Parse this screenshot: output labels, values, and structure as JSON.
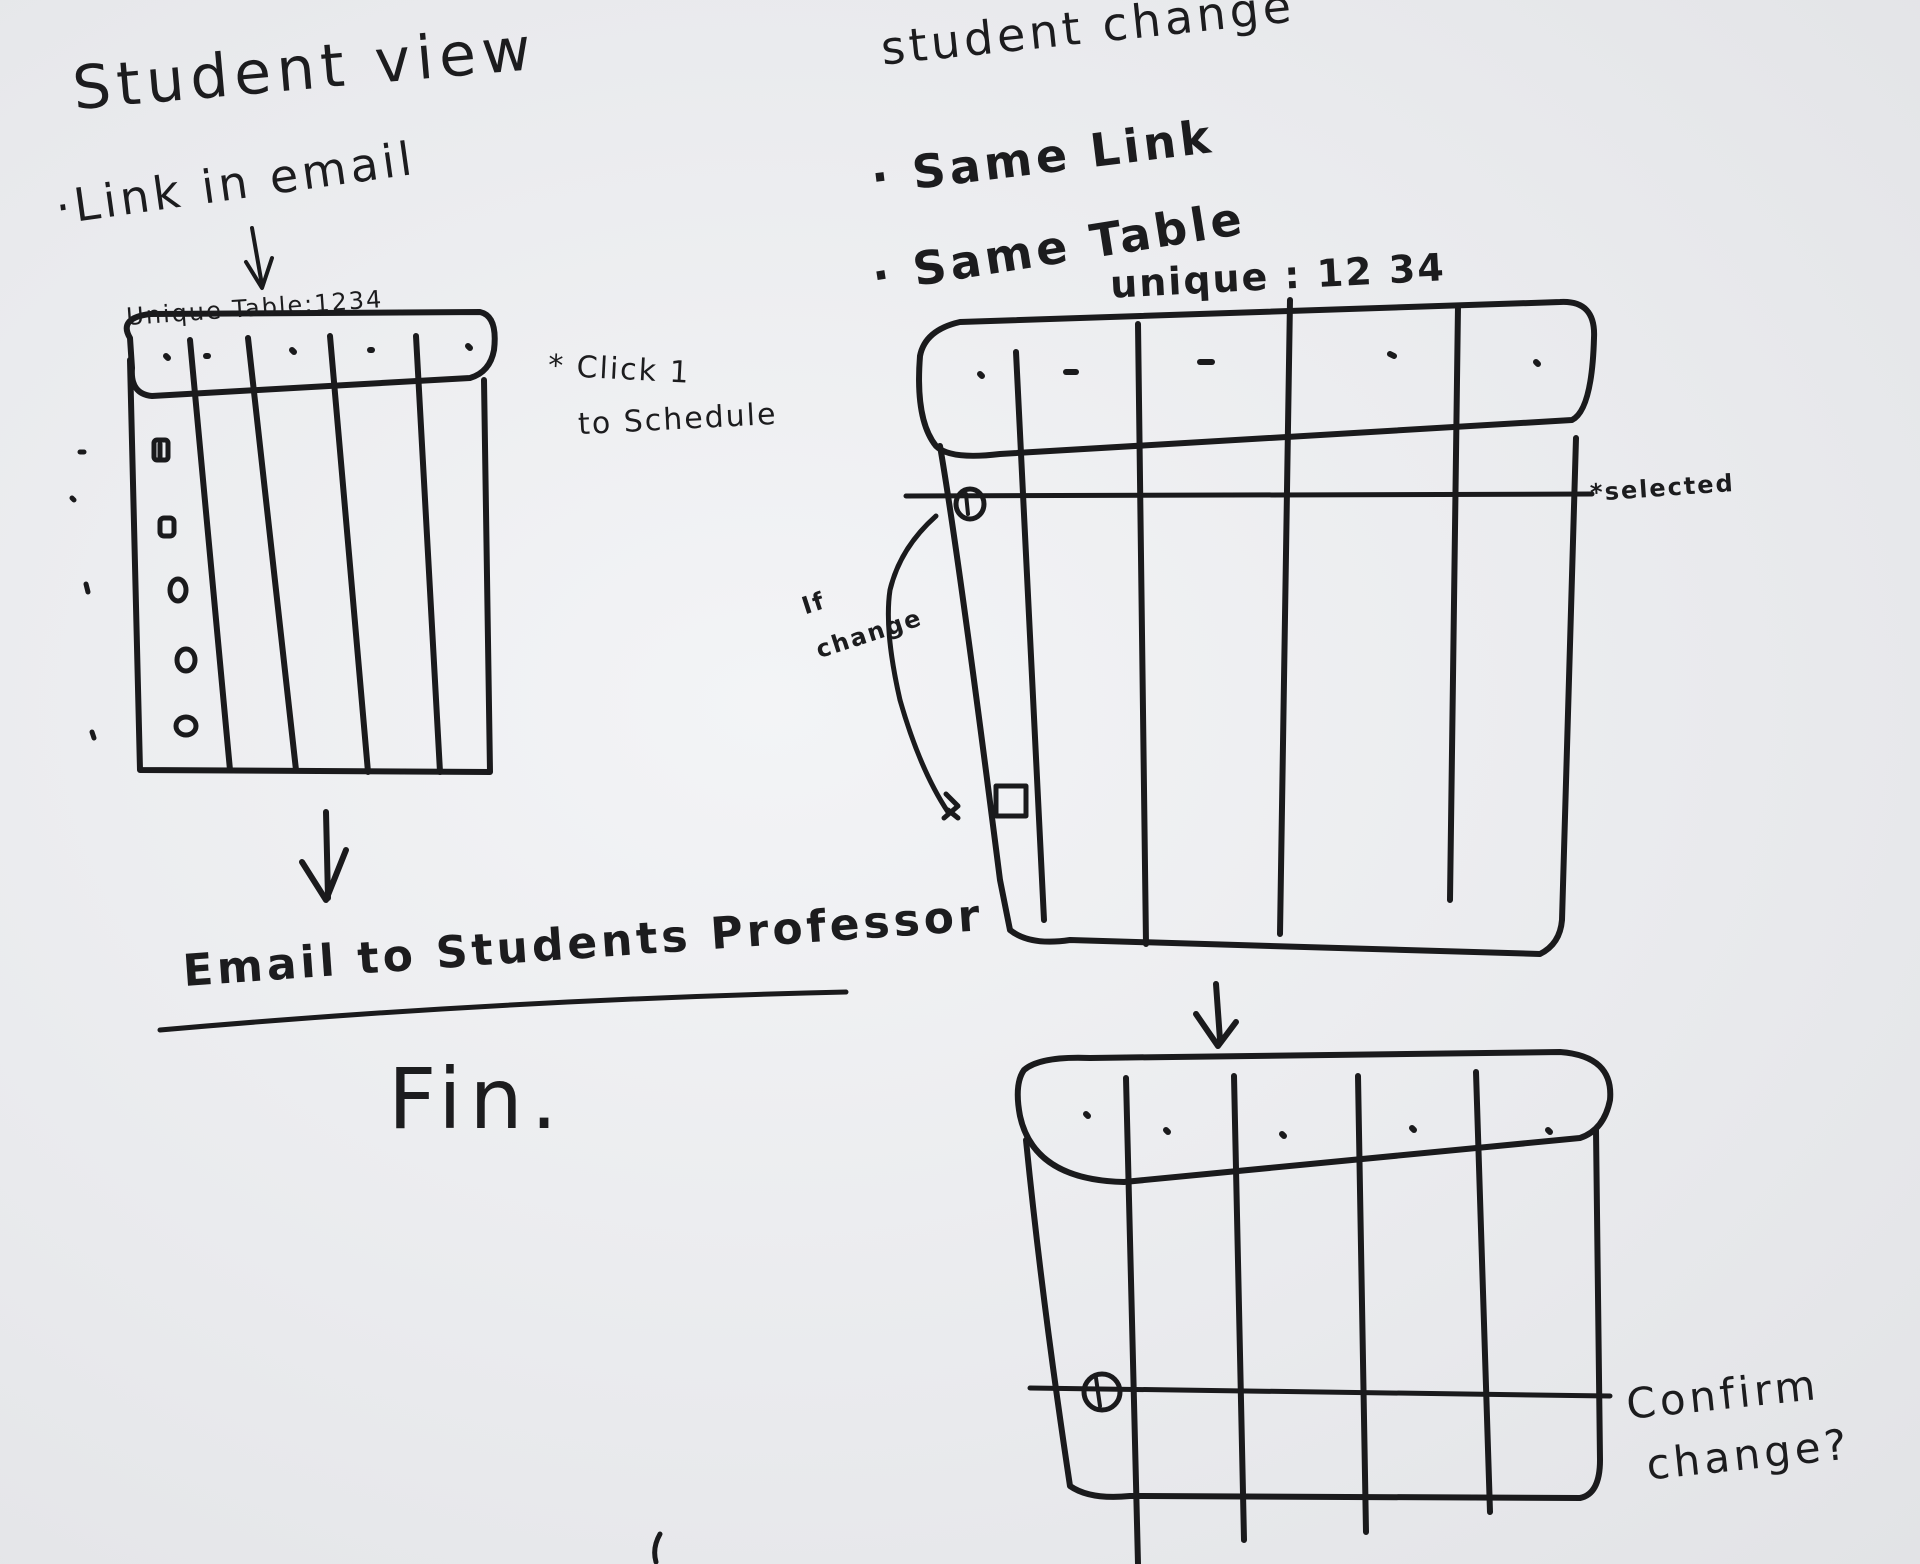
{
  "left": {
    "heading": "Student view",
    "bullet": "·Link in email",
    "table_label": "Unique Table:1234",
    "note_line1": "* Click 1",
    "note_line2": "to Schedule",
    "result": "Email to Students Professor",
    "end": "Fin."
  },
  "right": {
    "heading": "student change",
    "bullet1": "· Same Link",
    "bullet2": "· Same Table",
    "table_label": "unique : 12 34",
    "selected_note": "*selected",
    "if_change": "If change",
    "confirm_line1": "Confirm",
    "confirm_line2": "change?"
  }
}
